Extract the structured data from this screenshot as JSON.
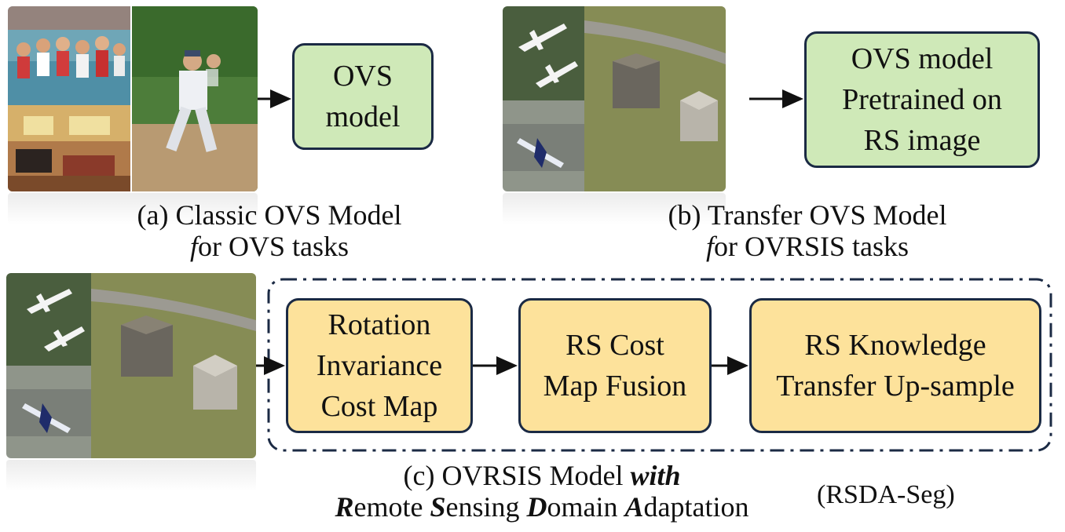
{
  "panel_a": {
    "box_label": "OVS\nmodel",
    "caption_line1": "(a) Classic OVS Model",
    "caption_line2_first": "f",
    "caption_line2_rest": "or OVS tasks"
  },
  "panel_b": {
    "box_label": "OVS model\nPretrained on\nRS image",
    "caption_line1": "(b) Transfer OVS Model",
    "caption_line2_first": "f",
    "caption_line2_rest": "or OVRSIS tasks"
  },
  "panel_c": {
    "modules": [
      {
        "label": "Rotation\nInvariance\nCost Map"
      },
      {
        "label": "RS Cost\nMap Fusion"
      },
      {
        "label": "RS Knowledge\nTransfer Up-sample"
      }
    ],
    "caption_line1_plain": "(c) OVRSIS Model ",
    "caption_line1_bold": "with",
    "caption_line2": [
      {
        "bold": "R",
        "rest": "emote "
      },
      {
        "bold": "S",
        "rest": "ensing "
      },
      {
        "bold": "D",
        "rest": "omain "
      },
      {
        "bold": "A",
        "rest": "daptation"
      }
    ],
    "tag": "(RSDA-Seg)"
  },
  "colors": {
    "box_border": "#1b2a44",
    "green_box": "#cfe9b8",
    "yellow_box": "#fde29b",
    "dash_frame": "#1b2a44"
  }
}
